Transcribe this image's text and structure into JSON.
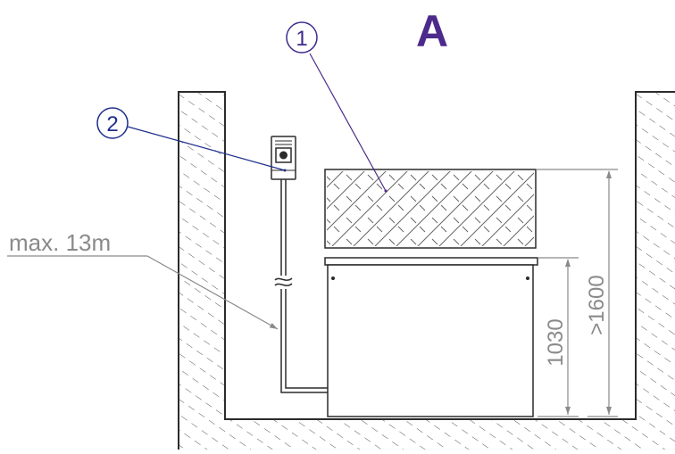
{
  "title": "A",
  "callouts": [
    {
      "number": "1"
    },
    {
      "number": "2"
    }
  ],
  "cable_label": "max. 13m",
  "dimensions": {
    "heater_height": "1030",
    "mount_height": ">1600"
  },
  "colors": {
    "line": "#2b2b2b",
    "dimension": "#8a8a8a",
    "callout_line": "#4b2a8a",
    "callout_1": "#3f2a8c",
    "callout_2": "#1e2f8c",
    "title": "#4b2a8c"
  }
}
